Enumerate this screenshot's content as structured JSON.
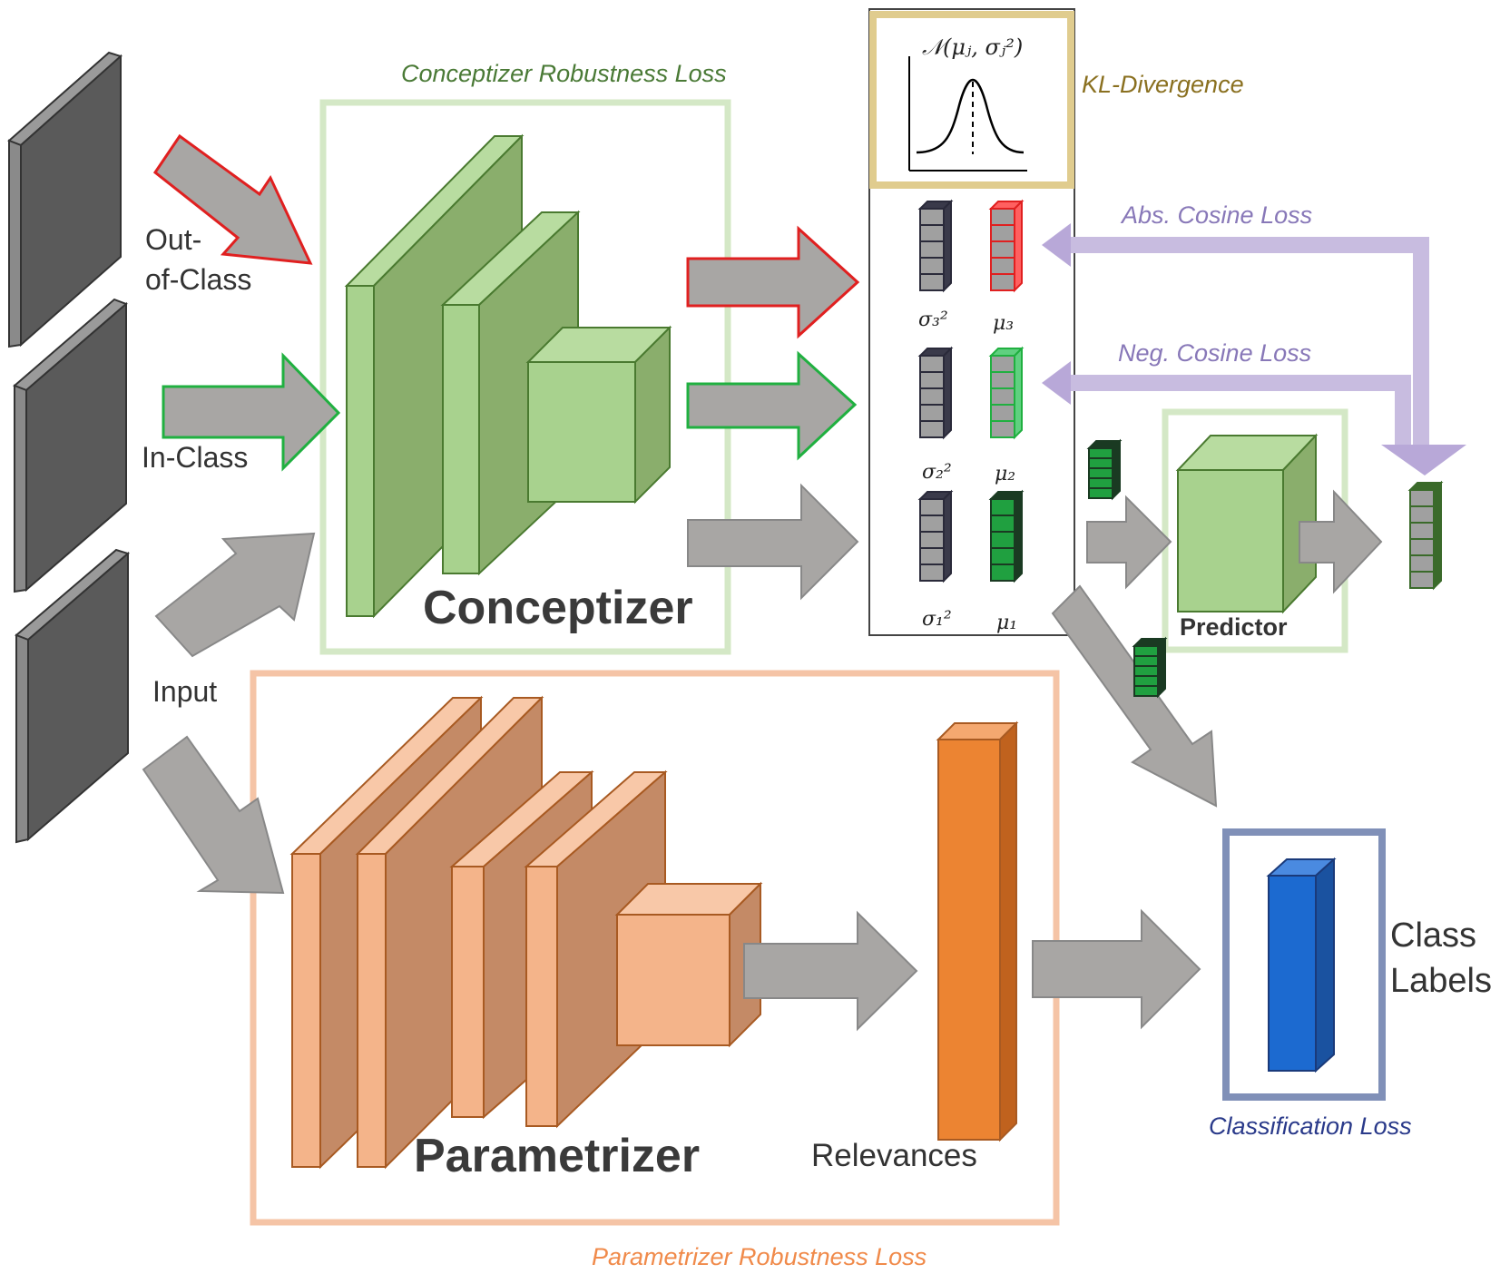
{
  "labels": {
    "out_of_class_1": "Out-",
    "out_of_class_2": "of-Class",
    "in_class": "In-Class",
    "input": "Input",
    "conceptizer": "Conceptizer",
    "parametrizer": "Parametrizer",
    "predictor": "Predictor",
    "relevances": "Relevances",
    "class_labels_1": "Class",
    "class_labels_2": "Labels"
  },
  "losses": {
    "conceptizer_robustness": "Conceptizer Robustness Loss",
    "kl_divergence": "KL-Divergence",
    "abs_cosine": "Abs. Cosine Loss",
    "neg_cosine": "Neg. Cosine Loss",
    "classification": "Classification Loss",
    "parametrizer_robustness": "Parametrizer Robustness Loss"
  },
  "math": {
    "gaussian": "𝒩(μⱼ, σⱼ²)",
    "sigma3": "σ₃²",
    "mu3": "μ₃",
    "sigma2": "σ₂²",
    "mu2": "μ₂",
    "sigma1": "σ₁²",
    "mu1": "μ₁"
  },
  "colors": {
    "conceptizer_loss": "#4a7a36",
    "kl": "#8a7020",
    "cosine": "#8878b8",
    "classification": "#2a3a8a",
    "parametrizer_loss": "#f08a4a",
    "out_of_class_arrow": "#e02020",
    "in_class_arrow": "#20b040"
  }
}
